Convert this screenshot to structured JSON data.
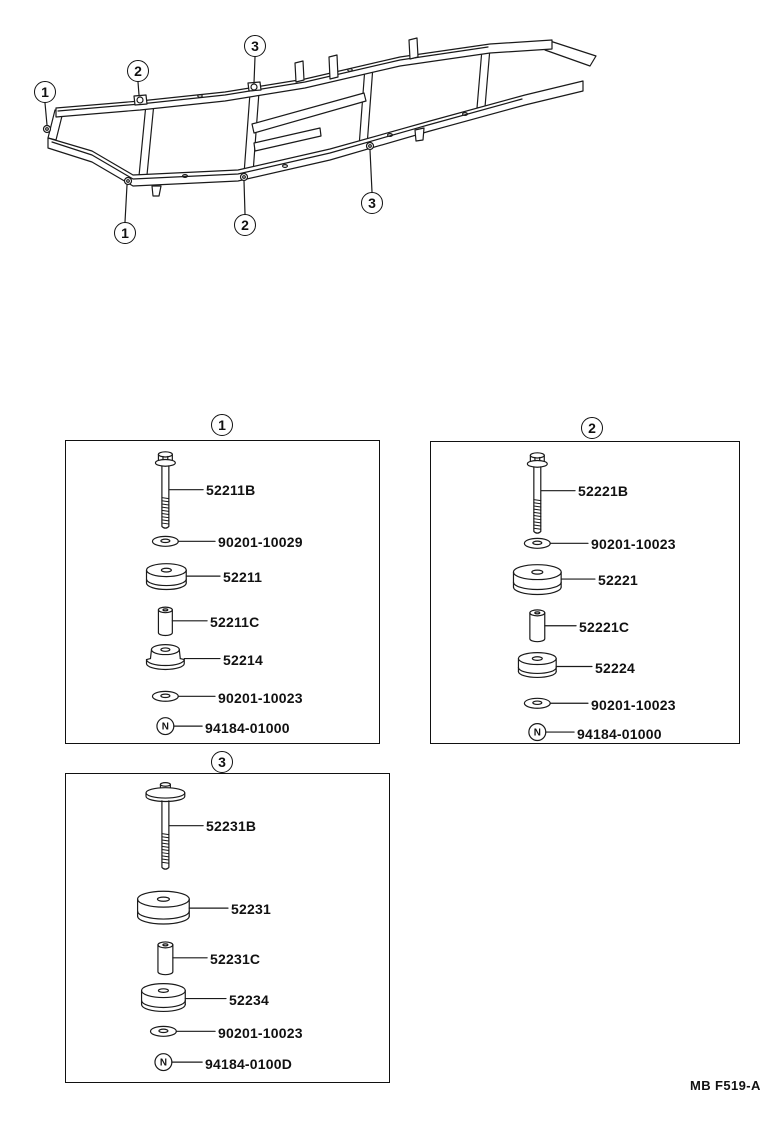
{
  "footer": {
    "code": "MB  F519-A"
  },
  "frame_callouts": {
    "top": [
      "1",
      "2",
      "3"
    ],
    "bottom": [
      "1",
      "2",
      "3"
    ]
  },
  "boxes": {
    "box1": {
      "callout": "1",
      "bolt": "52211B",
      "upper_washer": "90201-10029",
      "upper_cushion": "52211",
      "collar": "52211C",
      "lower_cushion": "52214",
      "lower_washer": "90201-10023",
      "nut": "94184-01000",
      "nut_symbol": "N"
    },
    "box2": {
      "callout": "2",
      "bolt": "52221B",
      "upper_washer": "90201-10023",
      "upper_cushion": "52221",
      "collar": "52221C",
      "lower_cushion": "52224",
      "lower_washer": "90201-10023",
      "nut": "94184-01000",
      "nut_symbol": "N"
    },
    "box3": {
      "callout": "3",
      "bolt": "52231B",
      "upper_cushion": "52231",
      "collar": "52231C",
      "lower_cushion": "52234",
      "lower_washer": "90201-10023",
      "nut": "94184-0100D",
      "nut_symbol": "N"
    }
  }
}
